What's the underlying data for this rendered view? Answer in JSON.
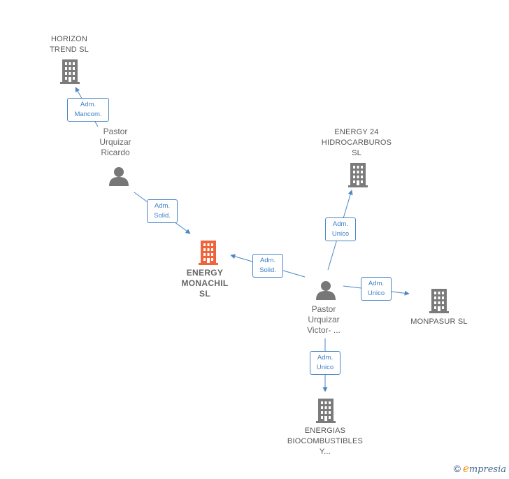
{
  "nodes": {
    "horizon": {
      "label": "HORIZON\nTREND  SL",
      "type": "company"
    },
    "ricardo": {
      "label": "Pastor\nUrquizar\nRicardo",
      "type": "person"
    },
    "energy24": {
      "label": "ENERGY 24\nHIDROCARBUROS\nSL",
      "type": "company"
    },
    "monachil": {
      "label": "ENERGY\nMONACHIL\nSL",
      "type": "focus"
    },
    "victor": {
      "label": "Pastor\nUrquizar\nVictor- ...",
      "type": "person"
    },
    "monpasur": {
      "label": "MONPASUR  SL",
      "type": "company"
    },
    "energias": {
      "label": "ENERGIAS\nBIOCOMBUSTIBLES\nY...",
      "type": "company"
    }
  },
  "edges": {
    "ricardo_horizon": {
      "label": "Adm.\nMancom."
    },
    "ricardo_monachil": {
      "label": "Adm.\nSolid."
    },
    "victor_monachil": {
      "label": "Adm.\nSolid."
    },
    "victor_energy24": {
      "label": "Adm.\nUnico"
    },
    "victor_monpasur": {
      "label": "Adm.\nUnico"
    },
    "victor_energias": {
      "label": "Adm.\nUnico"
    }
  },
  "colors": {
    "edge": "#4a86c8",
    "company_icon": "#7b7b7b",
    "focus_icon": "#f0643c",
    "person_icon": "#777777"
  },
  "icons": {
    "company": "building-icon",
    "person": "person-icon"
  },
  "brand": {
    "copyright": "©",
    "e": "e",
    "rest": "mpresia"
  }
}
